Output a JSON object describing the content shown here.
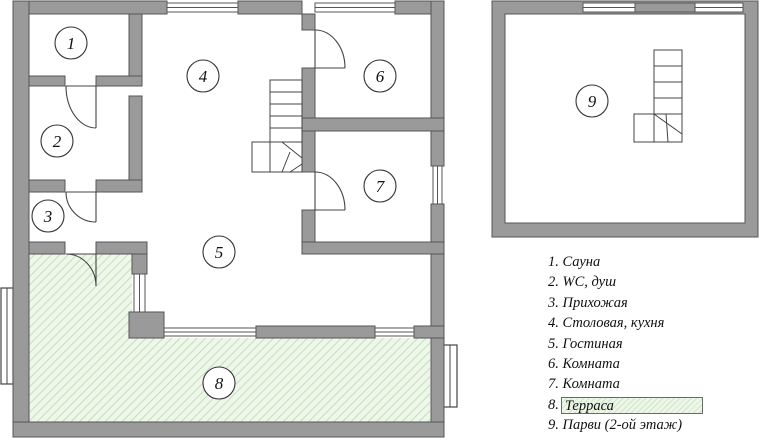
{
  "colors": {
    "wall_fill": "#9a9a9a",
    "wall_stroke": "#555555",
    "terrace_hatch": "#b9d9b0",
    "terrace_base": "#eef7ea",
    "line": "#444444"
  },
  "rooms": [
    {
      "id": "room-1",
      "number": "1"
    },
    {
      "id": "room-2",
      "number": "2"
    },
    {
      "id": "room-3",
      "number": "3"
    },
    {
      "id": "room-4",
      "number": "4"
    },
    {
      "id": "room-5",
      "number": "5"
    },
    {
      "id": "room-6",
      "number": "6"
    },
    {
      "id": "room-7",
      "number": "7"
    },
    {
      "id": "room-8",
      "number": "8"
    },
    {
      "id": "room-9",
      "number": "9"
    }
  ],
  "legend": [
    {
      "num": "1.",
      "label": "Сауна"
    },
    {
      "num": "2.",
      "label": "WC, душ"
    },
    {
      "num": "3.",
      "label": "Прихожая"
    },
    {
      "num": "4.",
      "label": "Столовая, кухня"
    },
    {
      "num": "5.",
      "label": "Гостиная"
    },
    {
      "num": "6.",
      "label": "Комната"
    },
    {
      "num": "7.",
      "label": "Комната"
    },
    {
      "num": "8.",
      "label": "Терраса",
      "highlight": true
    },
    {
      "num": "9.",
      "label": "Парви (2-ой этаж)"
    }
  ]
}
